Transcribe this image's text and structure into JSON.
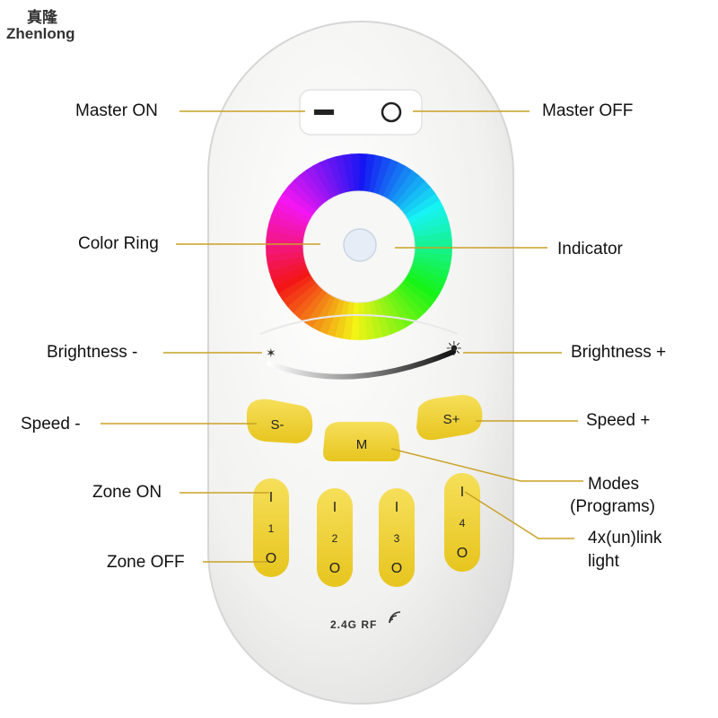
{
  "brand": {
    "chinese": "真隆",
    "name": "Zhenlong"
  },
  "labels": {
    "master_on": "Master ON",
    "master_off": "Master OFF",
    "color_ring": "Color Ring",
    "indicator": "Indicator",
    "brightness_minus": "Brightness -",
    "brightness_plus": "Brightness +",
    "speed_minus": "Speed -",
    "speed_plus": "Speed +",
    "zone_on": "Zone ON",
    "modes_line1": "Modes",
    "modes_line2": "(Programs)",
    "zone_off": "Zone OFF",
    "link_line1": "4x(un)link",
    "link_line2": "light"
  },
  "remote": {
    "speed_minus_label": "S-",
    "mode_label": "M",
    "speed_plus_label": "S+",
    "zones": [
      {
        "on": "I",
        "number": "1",
        "off": "O"
      },
      {
        "on": "I",
        "number": "2",
        "off": "O"
      },
      {
        "on": "I",
        "number": "3",
        "off": "O"
      },
      {
        "on": "I",
        "number": "4",
        "off": "O"
      }
    ],
    "rf_label": "2.4G RF"
  },
  "colors": {
    "body": "#f4f4f2",
    "button_yellow": "#f0d23a",
    "leader": "#c9a227"
  },
  "icons": {
    "master_on": "minus-icon",
    "master_off": "circle-icon",
    "brightness_minus": "small-sun-icon",
    "brightness_plus": "sun-icon",
    "rf": "wifi-signal-icon"
  }
}
